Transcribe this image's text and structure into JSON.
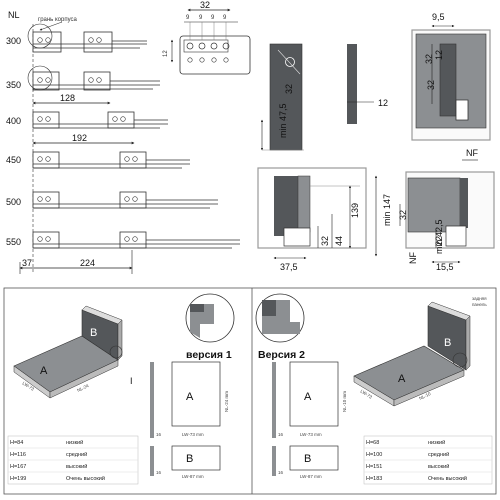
{
  "top": {
    "nl_label": "NL",
    "edge_label": "грань корпуса",
    "lengths": [
      "300",
      "350",
      "400",
      "450",
      "500",
      "550"
    ],
    "dim_128": "128",
    "dim_192": "192",
    "dim_37": "37",
    "dim_224": "224",
    "dim_32": "32",
    "dims_9": [
      "9",
      "9",
      "9",
      "9"
    ],
    "dim_12_side": "12",
    "dim_32_rot": "32",
    "dim_min475": "min 47,5",
    "dim_12_thin": "12",
    "dim_95": "9,5",
    "dim_32_a": "32",
    "dim_32_b": "32",
    "dim_12_c": "12",
    "dim_nf_top": "NF",
    "dim_139": "139",
    "dim_min147": "min 147",
    "dim_44": "44",
    "dim_32_d": "32",
    "dim_375": "37,5",
    "dim_32_e": "32",
    "dim_22": "22",
    "dim_min425": "min 42,5",
    "dim_nf_bot": "NF",
    "dim_155": "15,5"
  },
  "bottom": {
    "version1": "версия 1",
    "version2": "Версия 2",
    "label_a": "A",
    "label_b": "B",
    "roman": "I",
    "v1_a_h": "NL-24 mm",
    "v1_a_w": "LW-73 mm",
    "v1_b_w": "LW-87 mm",
    "v2_a_h": "NL-10 mm",
    "v2_a_w": "LW-73 mm",
    "v2_b_w": "LW-87 mm",
    "dim_16": "16",
    "dim_16b": "16",
    "dim_16c": "16",
    "dim_16d": "16",
    "iso_labels": [
      "LW-73",
      "NL-24",
      "LW-73",
      "NL-10"
    ],
    "legend_tags": [
      "задняя",
      "панель"
    ],
    "table1": [
      [
        "H=84",
        "низкий"
      ],
      [
        "H=116",
        "средний"
      ],
      [
        "H=167",
        "высокий"
      ],
      [
        "H=199",
        "Очень высокий"
      ]
    ],
    "table2": [
      [
        "H=68",
        "низкий"
      ],
      [
        "H=100",
        "средний"
      ],
      [
        "H=151",
        "высокий"
      ],
      [
        "H=183",
        "Очень высокий"
      ]
    ]
  },
  "colors": {
    "panel_dark": "#54575a",
    "panel_mid": "#8c8f92",
    "line": "#333333",
    "frame": "#9a9a9a"
  }
}
